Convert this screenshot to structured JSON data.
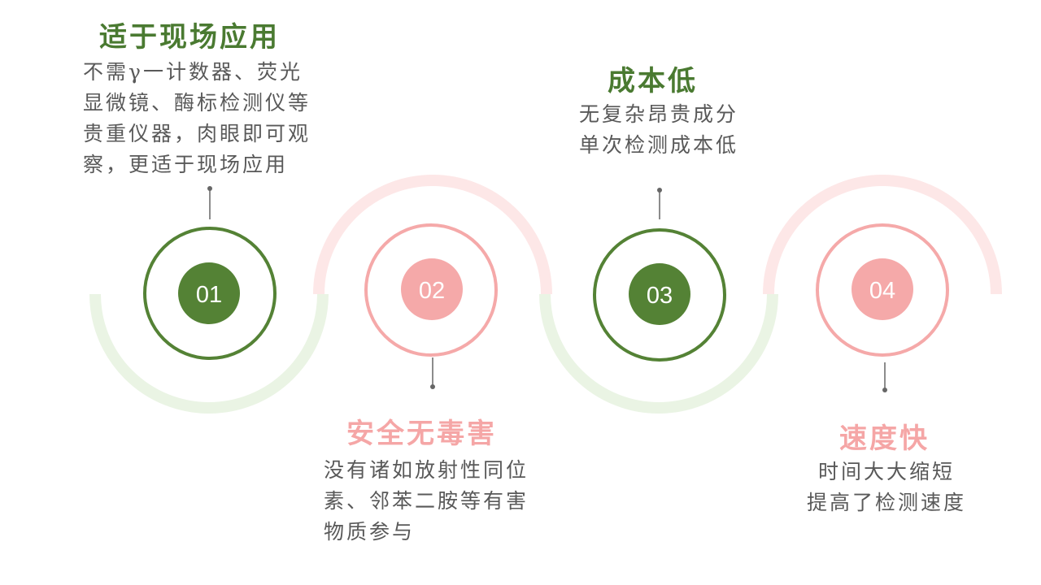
{
  "colors": {
    "green": "#548235",
    "pink": "#f5a9a9",
    "green_light": "#eaf4e4",
    "pink_light": "#fde7e7",
    "text_gray": "#595959"
  },
  "steps": [
    {
      "number": "01",
      "title": "适于现场应用",
      "description": "不需γ一计数器、荧光\n显微镜、酶标检测仪等\n贵重仪器，肉眼即可观\n察，更适于现场应用",
      "color": "green"
    },
    {
      "number": "02",
      "title": "安全无毒害",
      "description": "没有诸如放射性同位\n素、邻苯二胺等有害\n物质参与",
      "color": "pink"
    },
    {
      "number": "03",
      "title": "成本低",
      "description": "无复杂昂贵成分\n单次检测成本低",
      "color": "green"
    },
    {
      "number": "04",
      "title": "速度快",
      "description": "时间大大缩短\n提高了检测速度",
      "color": "pink"
    }
  ]
}
